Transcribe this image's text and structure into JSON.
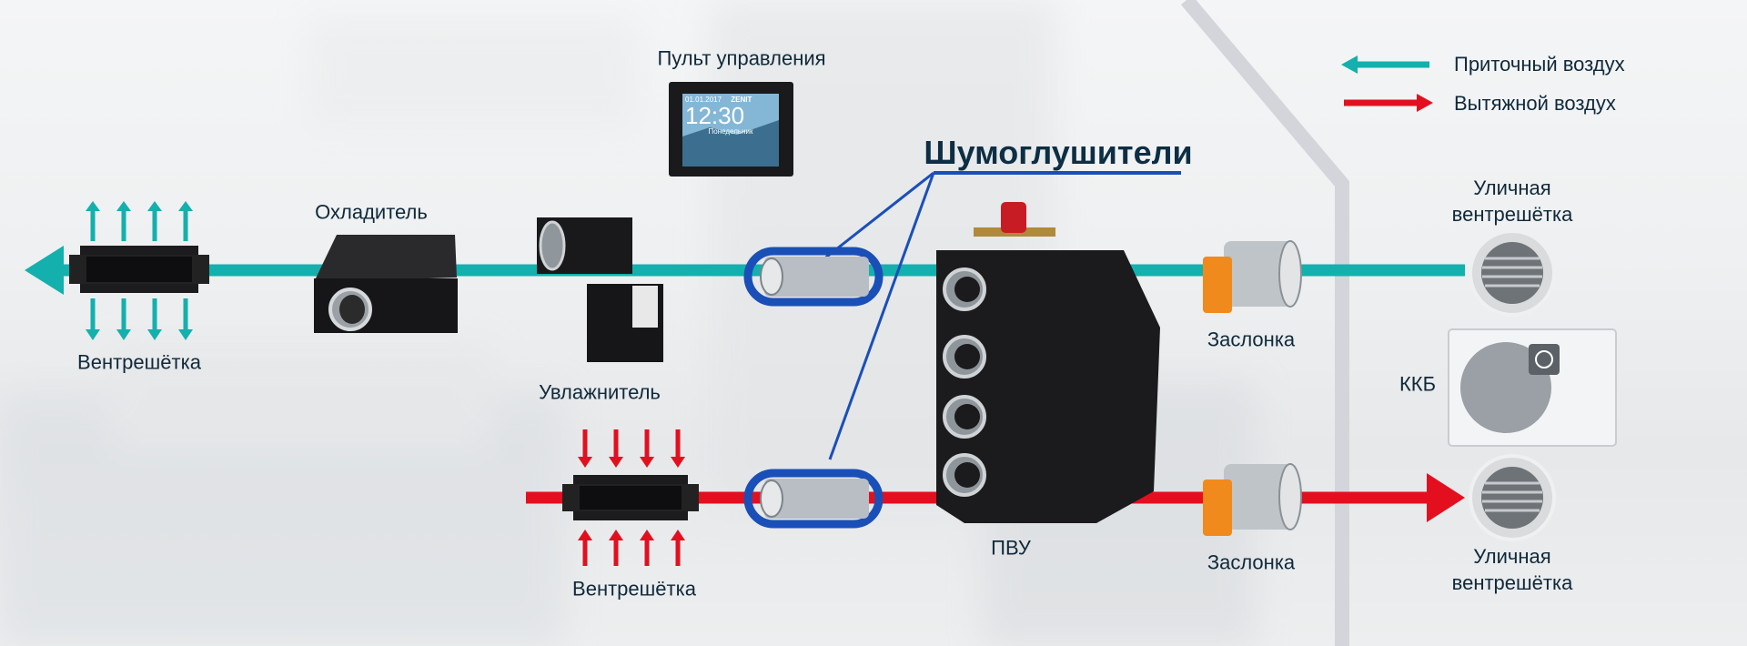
{
  "legend": [
    {
      "label": "Приточный воздух",
      "color": "#14b0ad",
      "direction": "left"
    },
    {
      "label": "Вытяжной воздух",
      "color": "#e30f1f",
      "direction": "right"
    }
  ],
  "title": "Шумоглушители",
  "labels": {
    "control_panel": "Пульт управления",
    "cooler": "Охладитель",
    "humidifier": "Увлажнитель",
    "grille_supply": "Вентрешётка",
    "grille_exhaust": "Вентрешётка",
    "pvu": "ПВУ",
    "damper_supply": "Заслонка",
    "damper_exhaust": "Заслонка",
    "street_grille_supply": [
      "Уличная",
      "вентрешётка"
    ],
    "street_grille_exhaust": [
      "Уличная",
      "вентрешётка"
    ],
    "kkb": "ККБ"
  },
  "control_panel_screen": {
    "date": "01.01.2017",
    "brand": "ZENIT",
    "time": "12:30",
    "day": "Понедельник"
  },
  "colors": {
    "supply": "#14b0ad",
    "exhaust": "#e30f1f",
    "callout": "#1a4fb8",
    "text": "#10293a",
    "device": "#1c1c1e"
  }
}
